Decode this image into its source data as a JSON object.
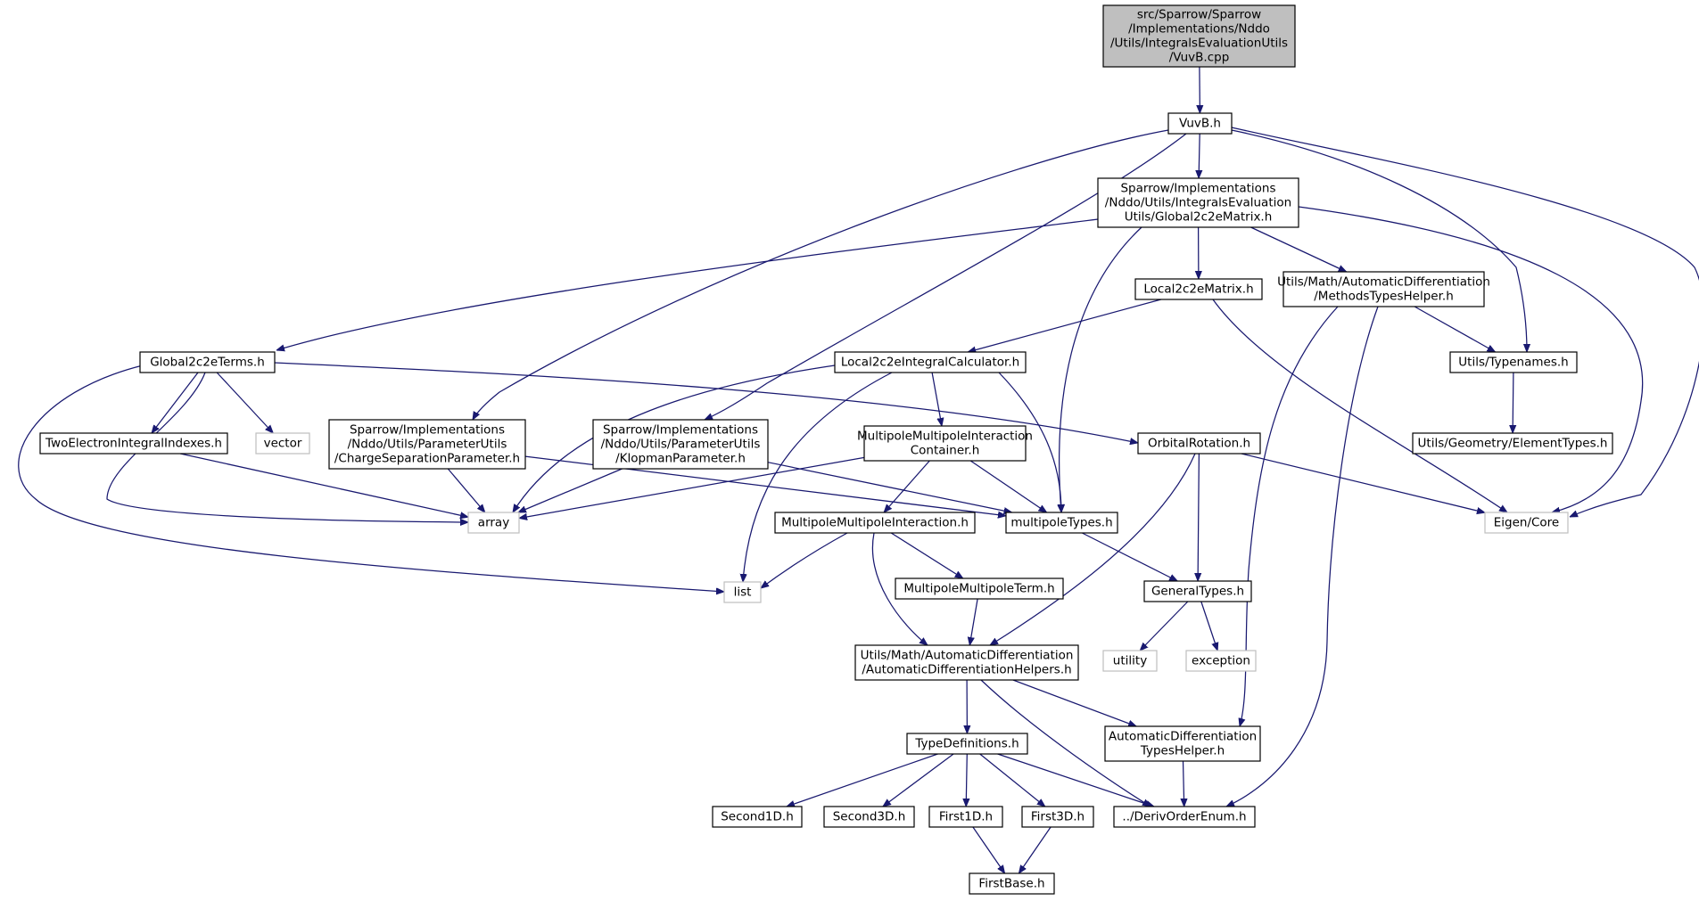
{
  "nodes": [
    {
      "id": "root",
      "lines": [
        "src/Sparrow/Sparrow",
        "/Implementations/Nddo",
        "/Utils/IntegralsEvaluationUtils",
        "/VuvB.cpp"
      ],
      "style": "root"
    },
    {
      "id": "vuvb",
      "lines": [
        "VuvB.h"
      ],
      "style": "normal"
    },
    {
      "id": "global2c2eMatrix",
      "lines": [
        "Sparrow/Implementations",
        "/Nddo/Utils/IntegralsEvaluation",
        "Utils/Global2c2eMatrix.h"
      ],
      "style": "normal"
    },
    {
      "id": "local2c2eMatrix",
      "lines": [
        "Local2c2eMatrix.h"
      ],
      "style": "normal"
    },
    {
      "id": "methodsTypesHelper",
      "lines": [
        "Utils/Math/AutomaticDifferentiation",
        "/MethodsTypesHelper.h"
      ],
      "style": "normal"
    },
    {
      "id": "global2c2eTerms",
      "lines": [
        "Global2c2eTerms.h"
      ],
      "style": "normal"
    },
    {
      "id": "local2c2eCalc",
      "lines": [
        "Local2c2eIntegralCalculator.h"
      ],
      "style": "normal"
    },
    {
      "id": "typenames",
      "lines": [
        "Utils/Typenames.h"
      ],
      "style": "normal"
    },
    {
      "id": "twoElectron",
      "lines": [
        "TwoElectronIntegralIndexes.h"
      ],
      "style": "normal"
    },
    {
      "id": "vector",
      "lines": [
        "vector"
      ],
      "style": "ext"
    },
    {
      "id": "chargeSep",
      "lines": [
        "Sparrow/Implementations",
        "/Nddo/Utils/ParameterUtils",
        "/ChargeSeparationParameter.h"
      ],
      "style": "normal"
    },
    {
      "id": "klopman",
      "lines": [
        "Sparrow/Implementations",
        "/Nddo/Utils/ParameterUtils",
        "/KlopmanParameter.h"
      ],
      "style": "normal"
    },
    {
      "id": "mmContainer",
      "lines": [
        "MultipoleMultipoleInteraction",
        "Container.h"
      ],
      "style": "normal"
    },
    {
      "id": "orbitalRotation",
      "lines": [
        "OrbitalRotation.h"
      ],
      "style": "normal"
    },
    {
      "id": "elementTypes",
      "lines": [
        "Utils/Geometry/ElementTypes.h"
      ],
      "style": "normal"
    },
    {
      "id": "array",
      "lines": [
        "array"
      ],
      "style": "ext"
    },
    {
      "id": "mmInteraction",
      "lines": [
        "MultipoleMultipoleInteraction.h"
      ],
      "style": "normal"
    },
    {
      "id": "multipoleTypes",
      "lines": [
        "multipoleTypes.h"
      ],
      "style": "normal"
    },
    {
      "id": "eigenCore",
      "lines": [
        "Eigen/Core"
      ],
      "style": "ext"
    },
    {
      "id": "list",
      "lines": [
        "list"
      ],
      "style": "ext"
    },
    {
      "id": "mmTerm",
      "lines": [
        "MultipoleMultipoleTerm.h"
      ],
      "style": "normal"
    },
    {
      "id": "generalTypes",
      "lines": [
        "GeneralTypes.h"
      ],
      "style": "normal"
    },
    {
      "id": "utility",
      "lines": [
        "utility"
      ],
      "style": "ext"
    },
    {
      "id": "exception",
      "lines": [
        "exception"
      ],
      "style": "ext"
    },
    {
      "id": "adHelpers",
      "lines": [
        "Utils/Math/AutomaticDifferentiation",
        "/AutomaticDifferentiationHelpers.h"
      ],
      "style": "normal"
    },
    {
      "id": "adTypesHelper",
      "lines": [
        "AutomaticDifferentiation",
        "TypesHelper.h"
      ],
      "style": "normal"
    },
    {
      "id": "typeDefinitions",
      "lines": [
        "TypeDefinitions.h"
      ],
      "style": "normal"
    },
    {
      "id": "second1D",
      "lines": [
        "Second1D.h"
      ],
      "style": "normal"
    },
    {
      "id": "second3D",
      "lines": [
        "Second3D.h"
      ],
      "style": "normal"
    },
    {
      "id": "first1D",
      "lines": [
        "First1D.h"
      ],
      "style": "normal"
    },
    {
      "id": "first3D",
      "lines": [
        "First3D.h"
      ],
      "style": "normal"
    },
    {
      "id": "derivOrderEnum",
      "lines": [
        "../DerivOrderEnum.h"
      ],
      "style": "normal"
    },
    {
      "id": "firstBase",
      "lines": [
        "FirstBase.h"
      ],
      "style": "normal"
    }
  ],
  "edges": [
    [
      "root",
      "vuvb"
    ],
    [
      "vuvb",
      "global2c2eMatrix"
    ],
    [
      "vuvb",
      "chargeSep"
    ],
    [
      "vuvb",
      "klopman"
    ],
    [
      "vuvb",
      "typenames"
    ],
    [
      "vuvb",
      "eigenCore"
    ],
    [
      "global2c2eMatrix",
      "global2c2eTerms"
    ],
    [
      "global2c2eMatrix",
      "local2c2eMatrix"
    ],
    [
      "global2c2eMatrix",
      "methodsTypesHelper"
    ],
    [
      "global2c2eMatrix",
      "multipoleTypes"
    ],
    [
      "global2c2eMatrix",
      "eigenCore"
    ],
    [
      "local2c2eMatrix",
      "local2c2eCalc"
    ],
    [
      "local2c2eMatrix",
      "eigenCore"
    ],
    [
      "methodsTypesHelper",
      "typenames"
    ],
    [
      "methodsTypesHelper",
      "adTypesHelper"
    ],
    [
      "methodsTypesHelper",
      "derivOrderEnum"
    ],
    [
      "typenames",
      "elementTypes"
    ],
    [
      "global2c2eTerms",
      "twoElectron"
    ],
    [
      "global2c2eTerms",
      "vector"
    ],
    [
      "global2c2eTerms",
      "orbitalRotation"
    ],
    [
      "global2c2eTerms",
      "array"
    ],
    [
      "global2c2eTerms",
      "list"
    ],
    [
      "local2c2eCalc",
      "mmContainer"
    ],
    [
      "local2c2eCalc",
      "array"
    ],
    [
      "local2c2eCalc",
      "multipoleTypes"
    ],
    [
      "local2c2eCalc",
      "list"
    ],
    [
      "twoElectron",
      "array"
    ],
    [
      "chargeSep",
      "array"
    ],
    [
      "chargeSep",
      "multipoleTypes"
    ],
    [
      "klopman",
      "array"
    ],
    [
      "klopman",
      "multipoleTypes"
    ],
    [
      "mmContainer",
      "array"
    ],
    [
      "mmContainer",
      "mmInteraction"
    ],
    [
      "mmContainer",
      "multipoleTypes"
    ],
    [
      "orbitalRotation",
      "eigenCore"
    ],
    [
      "orbitalRotation",
      "generalTypes"
    ],
    [
      "orbitalRotation",
      "adHelpers"
    ],
    [
      "mmInteraction",
      "list"
    ],
    [
      "mmInteraction",
      "mmTerm"
    ],
    [
      "mmInteraction",
      "adHelpers"
    ],
    [
      "multipoleTypes",
      "generalTypes"
    ],
    [
      "mmTerm",
      "adHelpers"
    ],
    [
      "generalTypes",
      "utility"
    ],
    [
      "generalTypes",
      "exception"
    ],
    [
      "adHelpers",
      "typeDefinitions"
    ],
    [
      "adHelpers",
      "adTypesHelper"
    ],
    [
      "adHelpers",
      "derivOrderEnum"
    ],
    [
      "adTypesHelper",
      "derivOrderEnum"
    ],
    [
      "typeDefinitions",
      "second1D"
    ],
    [
      "typeDefinitions",
      "second3D"
    ],
    [
      "typeDefinitions",
      "first1D"
    ],
    [
      "typeDefinitions",
      "first3D"
    ],
    [
      "typeDefinitions",
      "derivOrderEnum"
    ],
    [
      "first1D",
      "firstBase"
    ],
    [
      "first3D",
      "firstBase"
    ]
  ],
  "colors": {
    "edge": "#191970",
    "root_fill": "#bfbfbf",
    "root_stroke": "#000000",
    "node_fill": "#ffffff",
    "node_stroke": "#000000",
    "ext_stroke": "#bfbfbf"
  }
}
